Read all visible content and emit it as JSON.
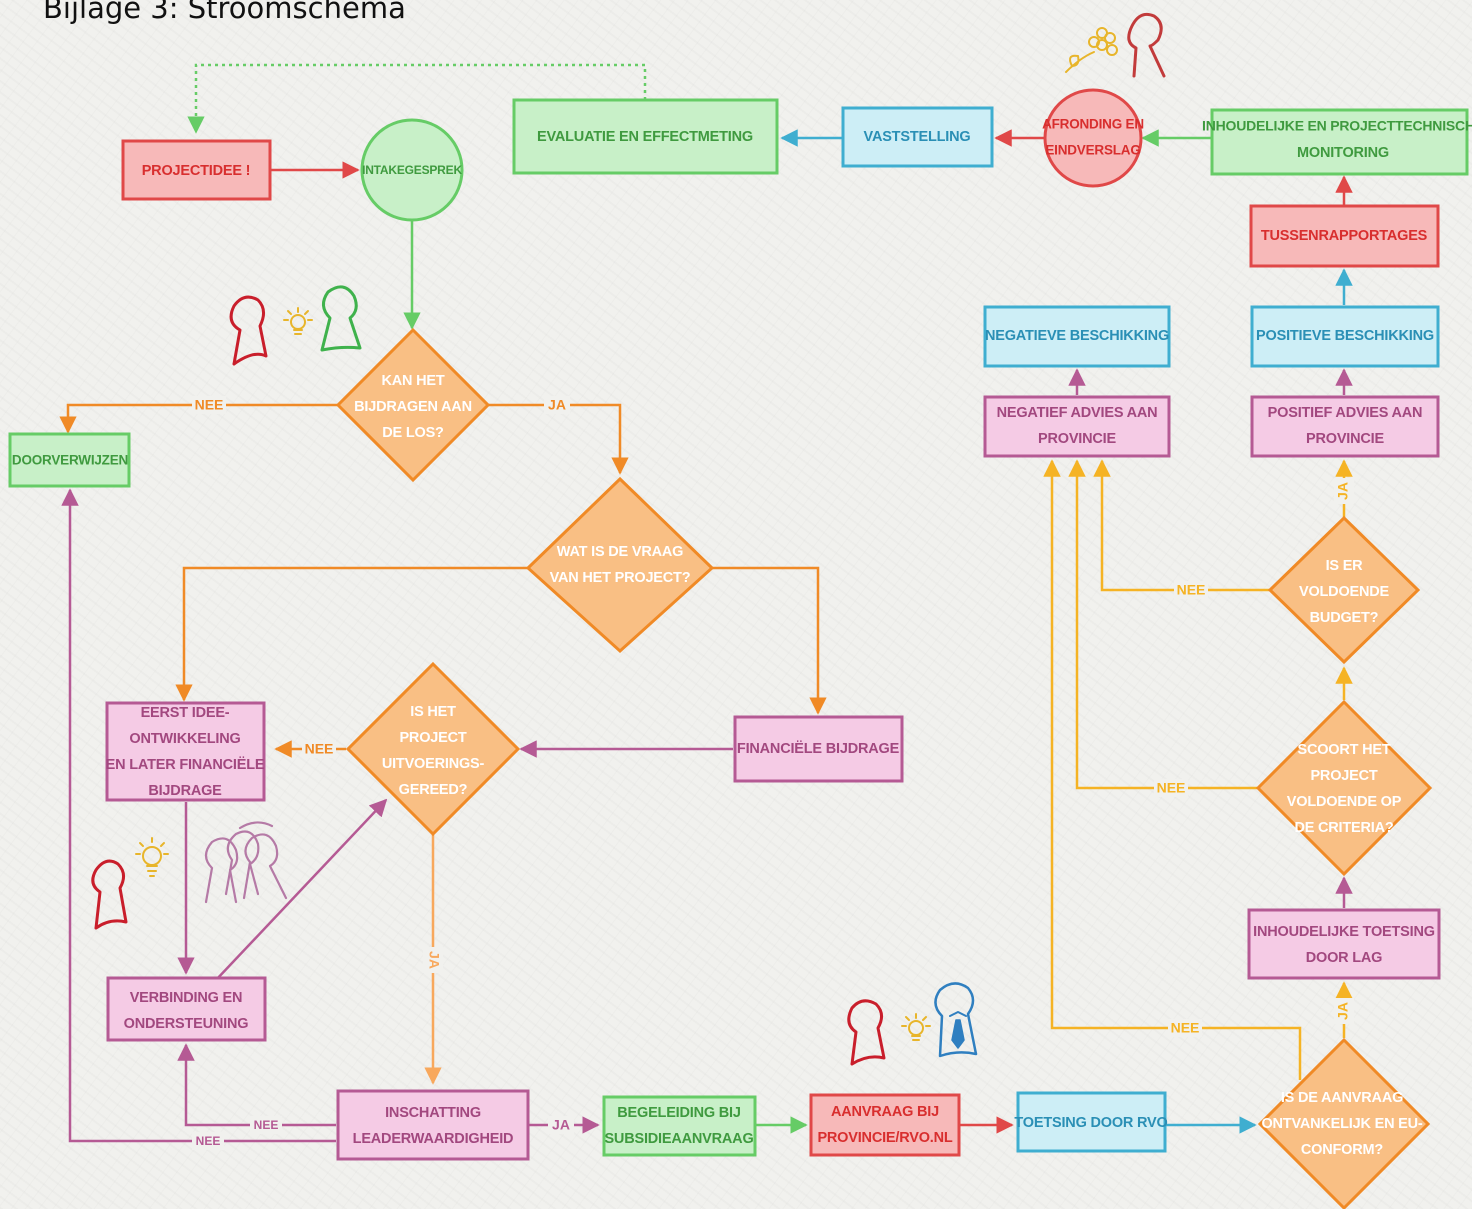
{
  "page": {
    "title": "Bijlage 3: Stroomschema"
  },
  "colors": {
    "green": "#66cc66",
    "red": "#e04848",
    "blue": "#3faed0",
    "pink": "#b55a94",
    "orange": "#f08a26",
    "yellow": "#f5b324"
  },
  "nodes": {
    "projectidee": [
      "PROJECTIDEE !"
    ],
    "intakegesprek": [
      "INTAKEGESPREK"
    ],
    "evaluatie": [
      "EVALUATIE EN EFFECTMETING"
    ],
    "vaststelling": [
      "VASTSTELLING"
    ],
    "afronding": [
      "AFRONDING EN",
      "EINDVERSLAG"
    ],
    "monitoring": [
      "INHOUDELIJKE EN PROJECTTECHNISCHE",
      "MONITORING"
    ],
    "tussenrapportages": [
      "TUSSENRAPPORTAGES"
    ],
    "positieve_beschikking": [
      "POSITIEVE BESCHIKKING"
    ],
    "negatieve_beschikking": [
      "NEGATIEVE BESCHIKKING"
    ],
    "positief_advies": [
      "POSITIEF ADVIES AAN",
      "PROVINCIE"
    ],
    "negatief_advies": [
      "NEGATIEF ADVIES AAN",
      "PROVINCIE"
    ],
    "budgetvraag": [
      "IS ER",
      "VOLDOENDE",
      "BUDGET?"
    ],
    "criteriavraag": [
      "SCOORT HET",
      "PROJECT",
      "VOLDOENDE OP",
      "DE CRITERIA?"
    ],
    "toetsing_lag": [
      "INHOUDELIJKE TOETSING",
      "DOOR LAG"
    ],
    "ontvankelijkvraag": [
      "IS DE AANVRAAG",
      "ONTVANKELIJK EN EU-",
      "CONFORM?"
    ],
    "toetsing_rvo": [
      "TOETSING DOOR RVO"
    ],
    "aanvraag": [
      "AANVRAAG BIJ",
      "PROVINCIE/RVO.NL"
    ],
    "begeleiding": [
      "BEGELEIDING BIJ",
      "SUBSIDIEAANVRAAG"
    ],
    "inschatting": [
      "INSCHATTING",
      "LEADERWAARDIGHEID"
    ],
    "verbinding": [
      "VERBINDING EN",
      "ONDERSTEUNING"
    ],
    "eerst_idee": [
      "EERST IDEE-",
      "ONTWIKKELING",
      "EN LATER FINANCIËLE",
      "BIJDRAGE"
    ],
    "uitvoeringsvraag": [
      "IS HET",
      "PROJECT",
      "UITVOERINGS-",
      "GEREED?"
    ],
    "financiele_bijdrage": [
      "FINANCIËLE BIJDRAGE"
    ],
    "vraagvraag": [
      "WAT IS DE VRAAG",
      "VAN HET PROJECT?"
    ],
    "losvraag": [
      "KAN HET",
      "BIJDRAGEN AAN",
      "DE LOS?"
    ],
    "doorverwijzen": [
      "DOORVERWIJZEN"
    ]
  },
  "edge_labels": {
    "yes": "JA",
    "no": "NEE"
  },
  "icons": [
    "person-outline-icon",
    "lightbulb-icon",
    "flower-icon",
    "group-of-people-icon",
    "businessman-with-tie-icon"
  ]
}
